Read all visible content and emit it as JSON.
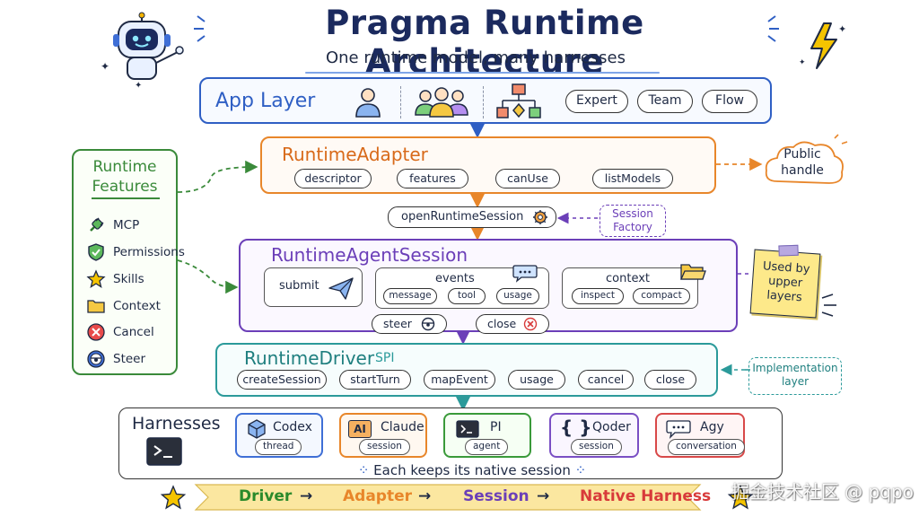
{
  "title": "Pragma Runtime Architecture",
  "subtitle": "One runtime model, many harnesses",
  "app_layer": {
    "label": "App Layer",
    "buttons": [
      "Expert",
      "Team",
      "Flow"
    ]
  },
  "runtime_features": {
    "label_line1": "Runtime",
    "label_line2": "Features",
    "items": [
      "MCP",
      "Permissions",
      "Skills",
      "Context",
      "Cancel",
      "Steer"
    ]
  },
  "runtime_adapter": {
    "label": "RuntimeAdapter",
    "pills": [
      "descriptor",
      "features",
      "canUse",
      "listModels"
    ]
  },
  "public_handle": {
    "line1": "Public",
    "line2": "handle"
  },
  "open_session": "openRuntimeSession",
  "session_factory": {
    "line1": "Session",
    "line2": "Factory"
  },
  "agent_session": {
    "label": "RuntimeAgentSession",
    "submit": "submit",
    "events": {
      "label": "events",
      "pills": [
        "message",
        "tool",
        "usage"
      ]
    },
    "context": {
      "label": "context",
      "pills": [
        "inspect",
        "compact"
      ]
    },
    "steer": "steer",
    "close": "close"
  },
  "upper_note": {
    "line1": "Used by",
    "line2": "upper",
    "line3": "layers"
  },
  "runtime_driver": {
    "label": "RuntimeDriver",
    "tag": "SPI",
    "pills": [
      "createSession",
      "startTurn",
      "mapEvent",
      "usage",
      "cancel",
      "close"
    ]
  },
  "implementation_note": {
    "line1": "Implementation",
    "line2": "layer"
  },
  "harnesses": {
    "label": "Harnesses",
    "items": [
      {
        "name": "Codex",
        "sub": "thread",
        "icon": "cube-icon",
        "color": "#3f6fd6"
      },
      {
        "name": "Claude",
        "sub": "session",
        "icon": "ai-icon",
        "color": "#e8862a"
      },
      {
        "name": "PI",
        "sub": "agent",
        "icon": "terminal-icon",
        "color": "#3a9a3a"
      },
      {
        "name": "Qoder",
        "sub": "session",
        "icon": "braces-icon",
        "color": "#7a4fc4"
      },
      {
        "name": "Agy",
        "sub": "conversation",
        "icon": "chat-icon",
        "color": "#d84848"
      }
    ],
    "footer": "Each keeps its native session",
    "ai_badge": "AI"
  },
  "flow": {
    "words": [
      "Driver",
      "Adapter",
      "Session",
      "Native Harness"
    ],
    "arrow": "→"
  },
  "watermark": "掘金技术社区 @ pqpo",
  "colors": {
    "blue": "#2f5fc4",
    "orange": "#e8862a",
    "purple": "#6b3fb8",
    "teal": "#2b9a9a",
    "green": "#3a8a3a",
    "red": "#d83a3a",
    "dark": "#222222"
  }
}
